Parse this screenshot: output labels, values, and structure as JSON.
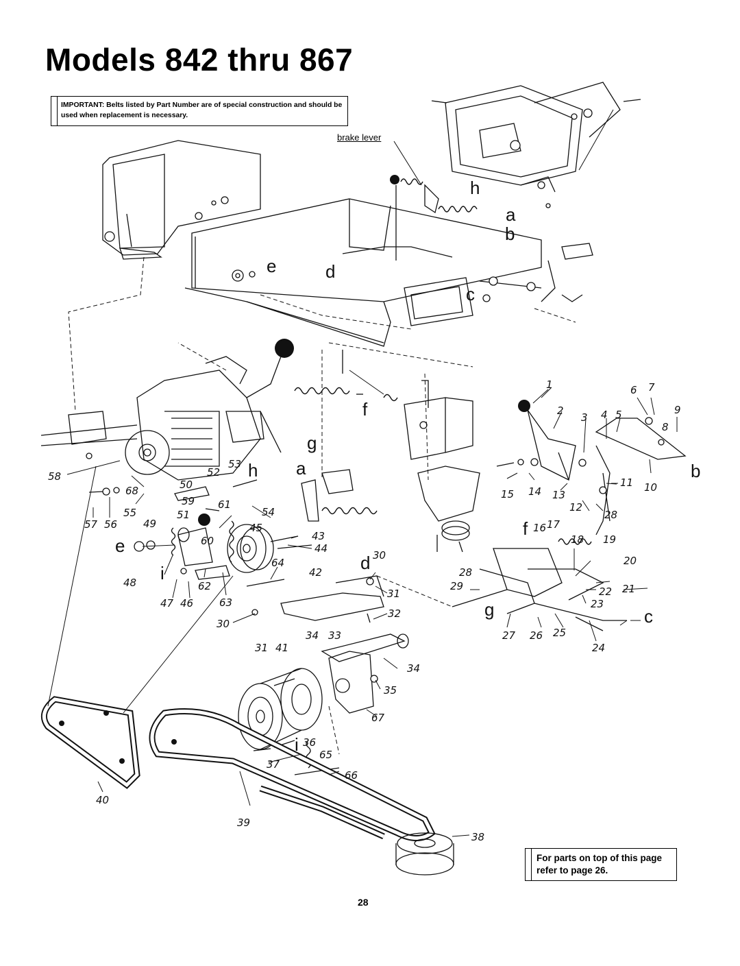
{
  "title": "Models 842 thru 867",
  "notice": {
    "text": "IMPORTANT: Belts listed by Part Number are of special construction and should be used when replacement is necessary."
  },
  "refer": {
    "text": "For parts on top of this page refer to page 26."
  },
  "page_number": "28",
  "labels": {
    "brake_lever": "brake lever"
  },
  "callouts": {
    "n1": "1",
    "n2": "2",
    "n3": "3",
    "n4": "4",
    "n5": "5",
    "n6": "6",
    "n7": "7",
    "n8": "8",
    "n9": "9",
    "n10": "10",
    "n11": "11",
    "n12": "12",
    "n13": "13",
    "n14": "14",
    "n15": "15",
    "n16": "16",
    "n17": "17",
    "n18": "18",
    "n19": "19",
    "n20": "20",
    "n21": "21",
    "n22": "22",
    "n23": "23",
    "n24": "24",
    "n25": "25",
    "n26": "26",
    "n27": "27",
    "n28a": "28",
    "n28b": "28",
    "n29": "29",
    "n30a": "30",
    "n30b": "30",
    "n31a": "31",
    "n31b": "31",
    "n32": "32",
    "n33": "33",
    "n34a": "34",
    "n34b": "34",
    "n35": "35",
    "n36": "36",
    "n37": "37",
    "n38": "38",
    "n39": "39",
    "n40": "40",
    "n41": "41",
    "n42": "42",
    "n43": "43",
    "n44": "44",
    "n45": "45",
    "n46": "46",
    "n47": "47",
    "n48": "48",
    "n49": "49",
    "n50": "50",
    "n51": "51",
    "n52": "52",
    "n53": "53",
    "n54": "54",
    "n55": "55",
    "n56": "56",
    "n57": "57",
    "n58": "58",
    "n59": "59",
    "n60": "60",
    "n61": "61",
    "n62": "62",
    "n63": "63",
    "n64": "64",
    "n65": "65",
    "n66": "66",
    "n67": "67",
    "n68": "68"
  },
  "letters": {
    "a1": "a",
    "a2": "a",
    "b1": "b",
    "b2": "b",
    "c1": "c",
    "c2": "c",
    "d1": "d",
    "d2": "d",
    "e1": "e",
    "e2": "e",
    "f1": "f",
    "f2": "f",
    "g1": "g",
    "g2": "g",
    "h1": "h",
    "h2": "h",
    "i1": "i",
    "i2": "i"
  }
}
